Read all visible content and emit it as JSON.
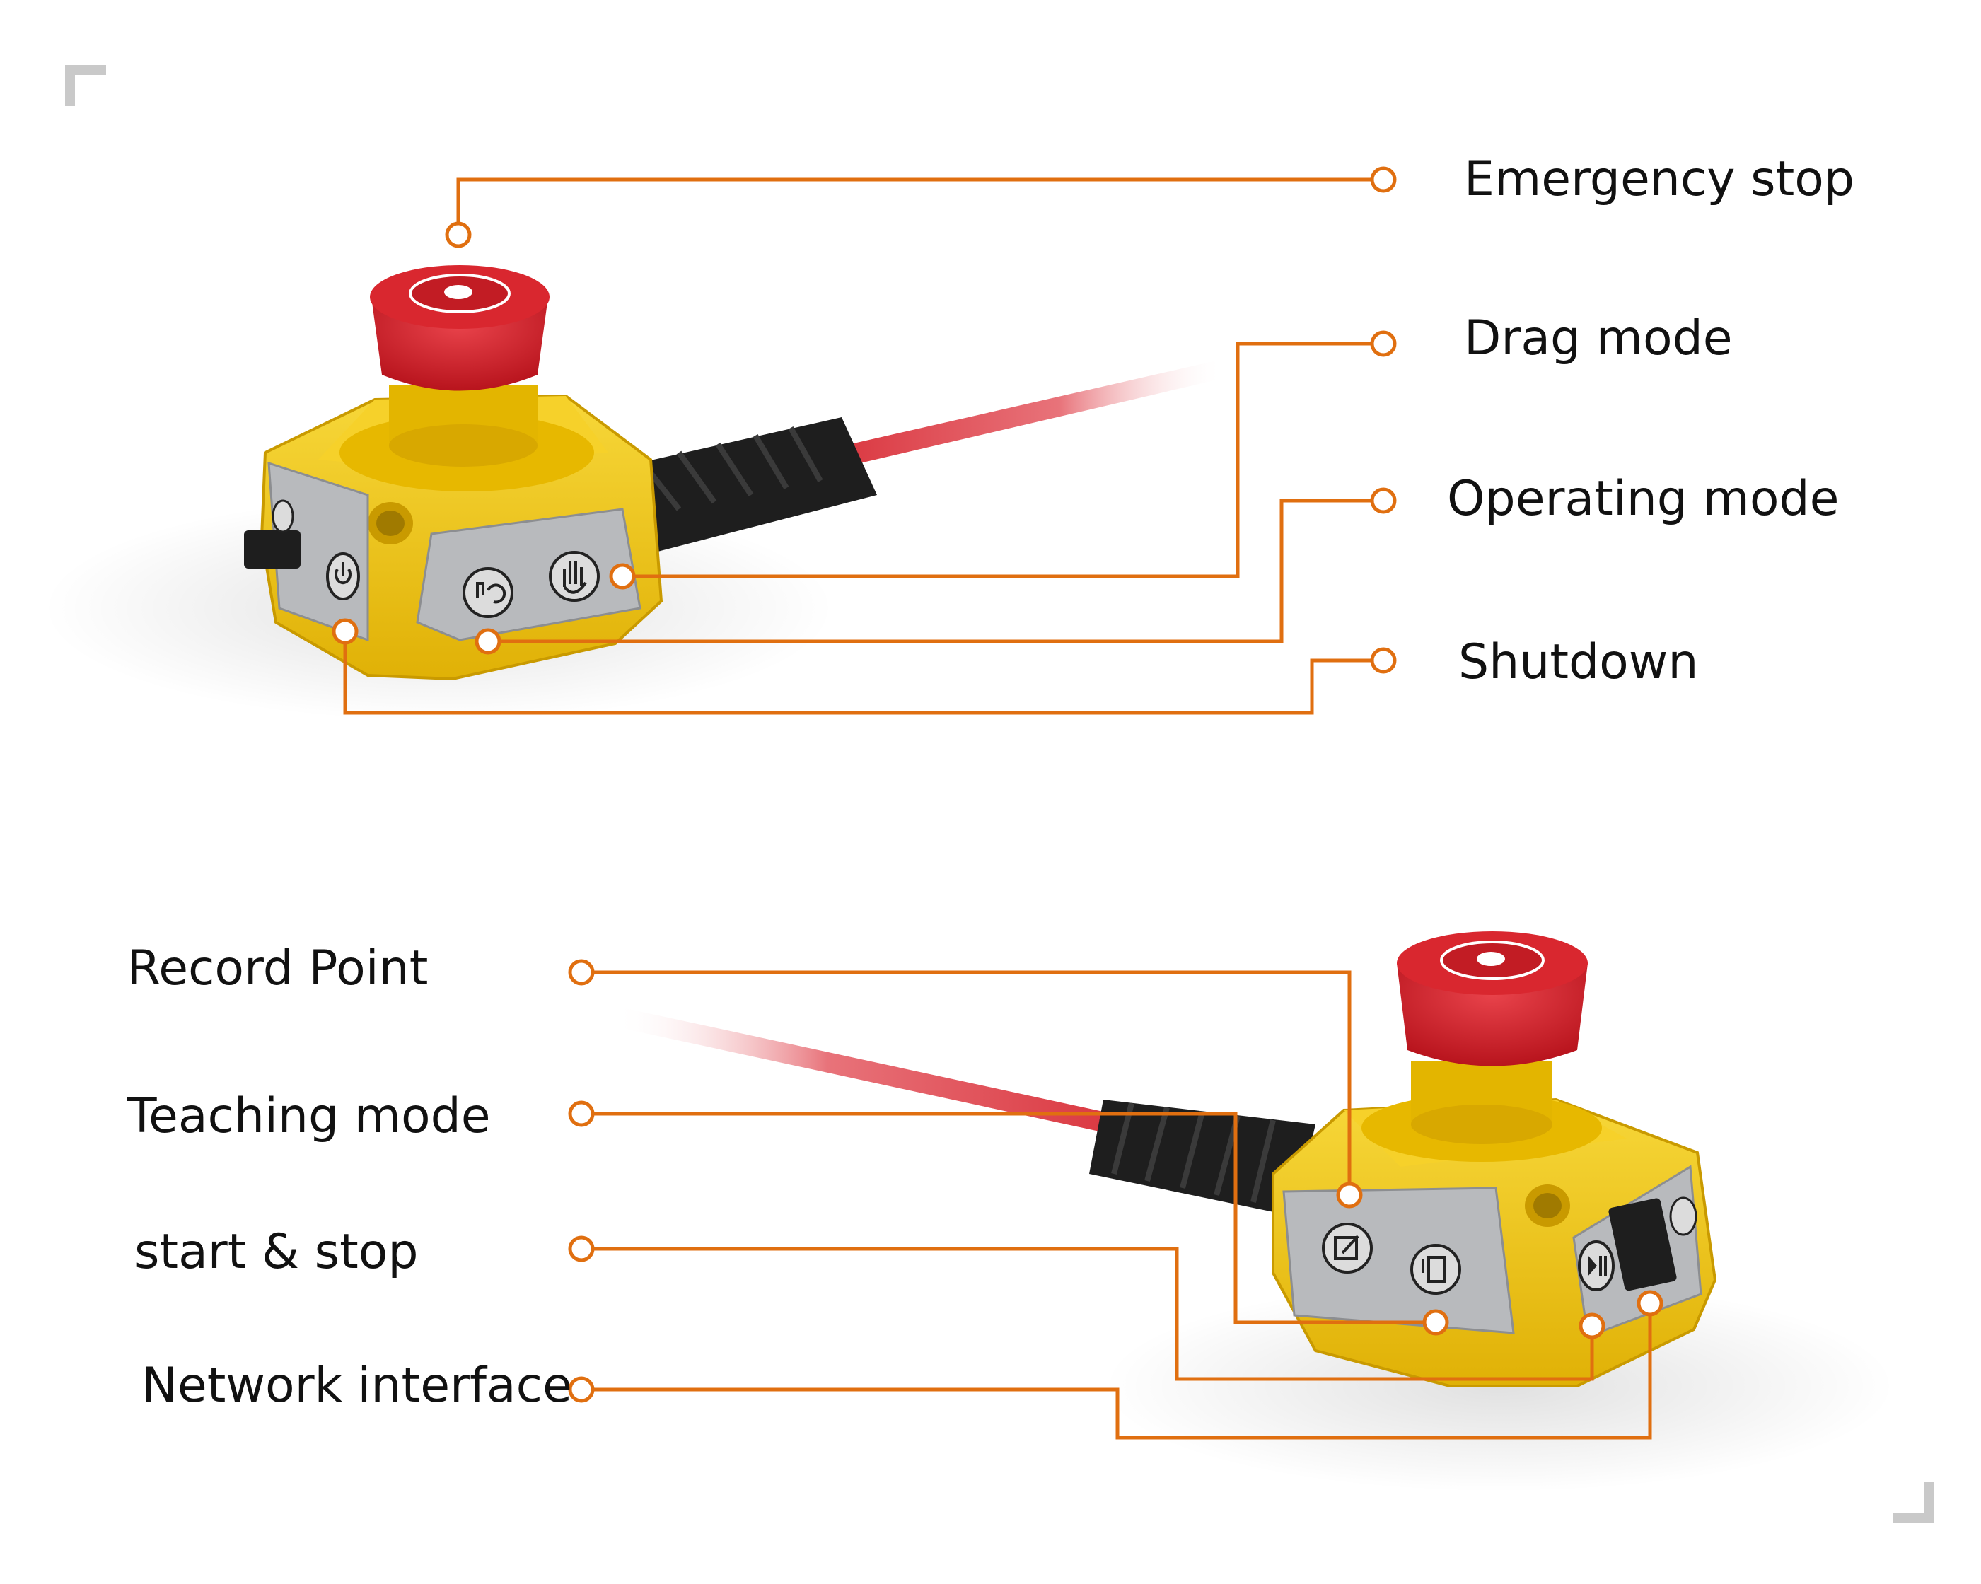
{
  "colors": {
    "leader": "#E06F10",
    "text": "#111111",
    "housing_yellow": "#F2C81A",
    "button_red": "#D5202A",
    "panel_gray": "#B8BABD",
    "cable_red": "#D9313A",
    "cable_black": "#1E1E1E",
    "corner_mark": "#C9C9C9"
  },
  "top_device": {
    "callouts": [
      {
        "id": "emergency-stop",
        "label": "Emergency stop"
      },
      {
        "id": "drag-mode",
        "label": "Drag mode"
      },
      {
        "id": "operating-mode",
        "label": "Operating mode"
      },
      {
        "id": "shutdown",
        "label": "Shutdown"
      }
    ],
    "button_icons": [
      "switch-icon",
      "power-icon",
      "rotate-hand-icon",
      "hand-icon"
    ]
  },
  "bottom_device": {
    "callouts": [
      {
        "id": "record-point",
        "label": "Record Point"
      },
      {
        "id": "teaching-mode",
        "label": "Teaching mode"
      },
      {
        "id": "start-stop",
        "label": "start & stop"
      },
      {
        "id": "network-interface",
        "label": "Network interface"
      }
    ],
    "button_icons": [
      "edit-icon",
      "teach-pendant-icon",
      "play-pause-icon",
      "power-icon"
    ]
  }
}
